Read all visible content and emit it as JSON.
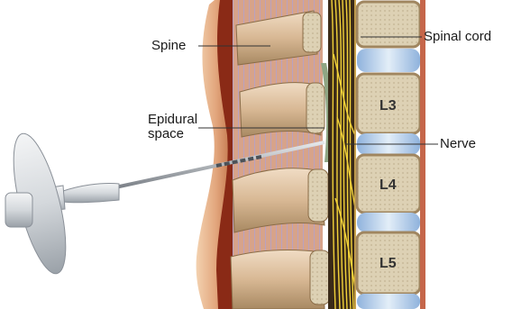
{
  "diagram": {
    "labels": {
      "spine": "Spine",
      "epidural_line1": "Epidural",
      "epidural_line2": "space",
      "spinal_cord": "Spinal cord",
      "nerve": "Nerve"
    },
    "vertebrae": [
      "L3",
      "L4",
      "L5"
    ],
    "colors": {
      "bone": "#d8c5a0",
      "bone_dark": "#a08660",
      "disc": "#bcd3ec",
      "muscle": "#c98a70",
      "skin": "#e9b48c",
      "nerve": "#f2d23a",
      "cord_bg": "#3a2a18",
      "needle": "#9aa0a6"
    }
  }
}
